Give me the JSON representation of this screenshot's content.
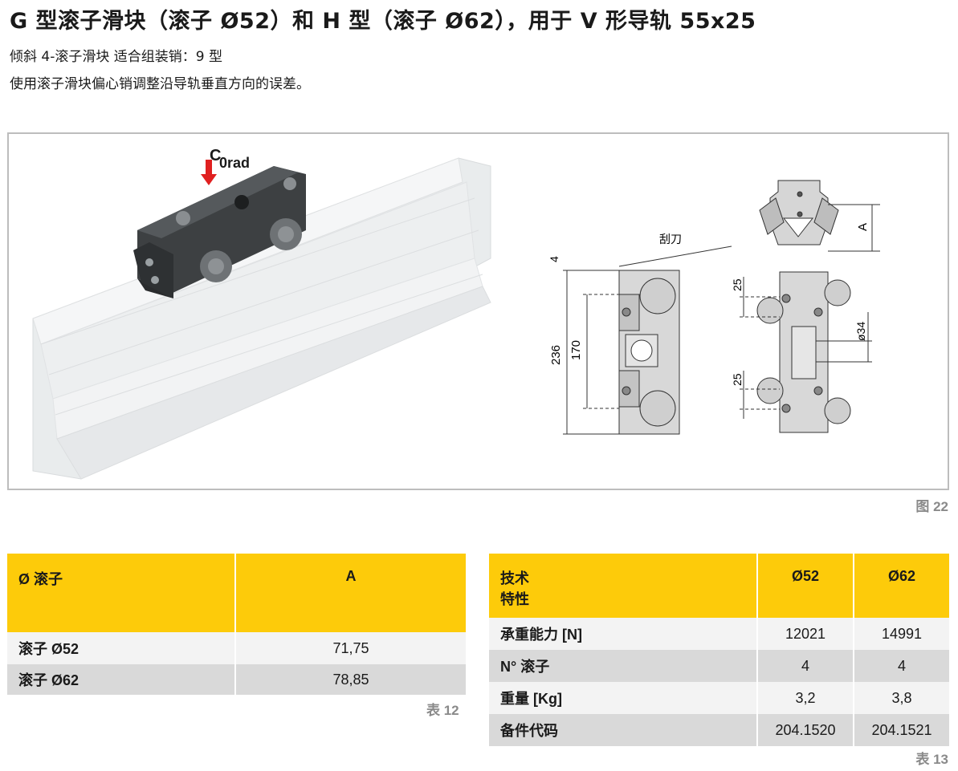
{
  "header": {
    "title": "G 型滚子滑块（滚子 Ø52）和 H 型（滚子 Ø62），用于 V 形导轨 55x25",
    "line1": "倾斜 4-滚子滑块 适合组装销：9 型",
    "line2": "使用滚子滑块偏心销调整沿导轨垂直方向的误差。"
  },
  "figure": {
    "load_symbol": "C",
    "load_sub": "0rad",
    "scraper_label": "刮刀",
    "dims": {
      "top": "4",
      "total_height": "236",
      "inner_height": "170",
      "a_label": "A",
      "gap_top": "25",
      "gap_bottom": "25",
      "diameter": "ø34"
    },
    "caption": "图 22"
  },
  "table12": {
    "headers": [
      "Ø 滚子",
      "A"
    ],
    "rows": [
      [
        "滚子 Ø52",
        "71,75"
      ],
      [
        "滚子 Ø62",
        "78,85"
      ]
    ],
    "caption": "表 12"
  },
  "table13": {
    "header_line1": "技术",
    "header_line2": "特性",
    "col1": "Ø52",
    "col2": "Ø62",
    "rows": [
      [
        "承重能力 [N]",
        "12021",
        "14991"
      ],
      [
        "N° 滚子",
        "4",
        "4"
      ],
      [
        "重量 [Kg]",
        "3,2",
        "3,8"
      ],
      [
        "备件代码",
        "204.1520",
        "204.1521"
      ]
    ],
    "caption": "表 13"
  },
  "colors": {
    "header_yellow": "#fdcb0a",
    "row_gray": "#d9d9d9",
    "row_light": "#f3f3f3",
    "caption_gray": "#8a8a8a",
    "arrow_red": "#e02020"
  }
}
